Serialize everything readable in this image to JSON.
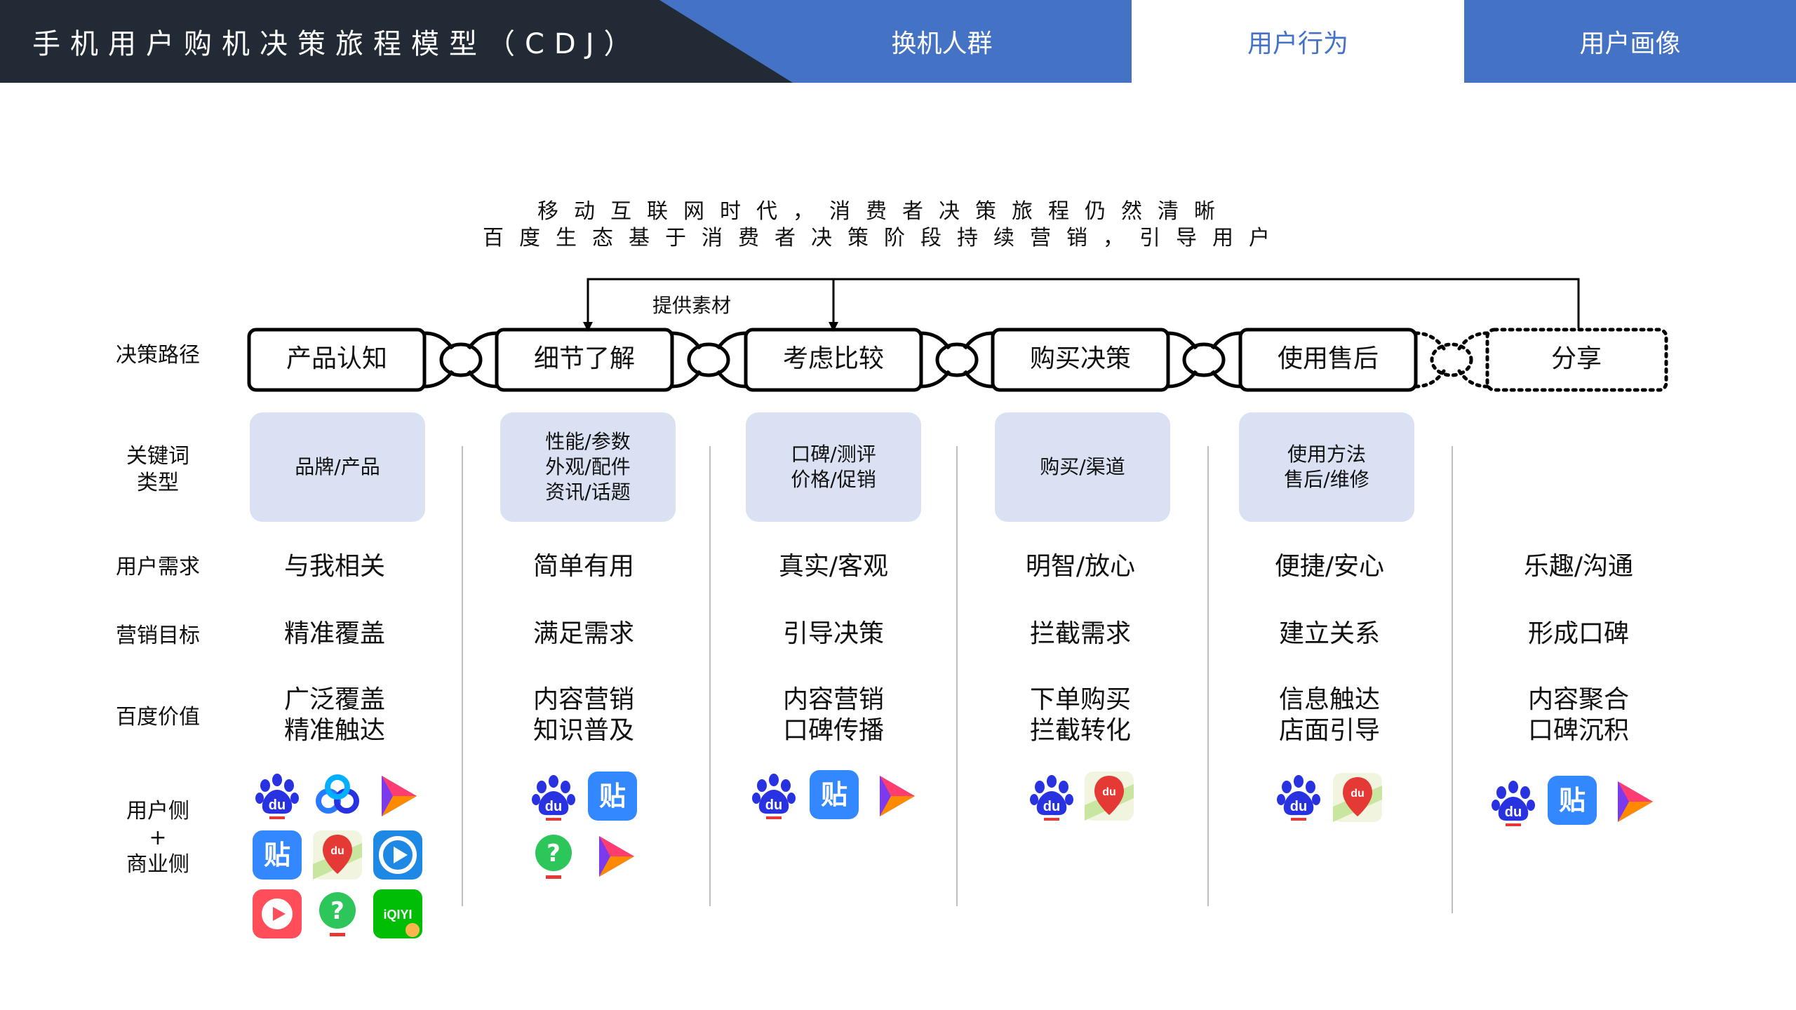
{
  "header": {
    "title": "手机用户购机决策旅程模型（CDJ）",
    "tabs": [
      {
        "label": "换机人群",
        "active": false
      },
      {
        "label": "用户行为",
        "active": true
      },
      {
        "label": "用户画像",
        "active": false
      }
    ]
  },
  "subtitle": {
    "line1": "移动互联网时代，消费者决策旅程仍然清晰",
    "line2": "百度生态基于消费者决策阶段持续营销，引导用户"
  },
  "diagram": {
    "feedback_label": "提供素材",
    "stages": [
      "产品认知",
      "细节了解",
      "考虑比较",
      "购买决策",
      "使用售后",
      "分享"
    ]
  },
  "row_labels": {
    "path": "决策路径",
    "keyword_l1": "关键词",
    "keyword_l2": "类型",
    "need": "用户需求",
    "goal": "营销目标",
    "value": "百度价值",
    "side_l1": "用户侧",
    "side_l2": "+",
    "side_l3": "商业侧"
  },
  "keywords": [
    [
      "品牌/产品"
    ],
    [
      "性能/参数",
      "外观/配件",
      "资讯/话题"
    ],
    [
      "口碑/测评",
      "价格/促销"
    ],
    [
      "购买/渠道"
    ],
    [
      "使用方法",
      "售后/维修"
    ]
  ],
  "needs": [
    "与我相关",
    "简单有用",
    "真实/客观",
    "明智/放心",
    "便捷/安心",
    "乐趣/沟通"
  ],
  "goals": [
    "精准覆盖",
    "满足需求",
    "引导决策",
    "拦截需求",
    "建立关系",
    "形成口碑"
  ],
  "values": [
    [
      "广泛覆盖",
      "精准触达"
    ],
    [
      "内容营销",
      "知识普及"
    ],
    [
      "内容营销",
      "口碑传播"
    ],
    [
      "下单购买",
      "拦截转化"
    ],
    [
      "信息触达",
      "店面引导"
    ],
    [
      "内容聚合",
      "口碑沉积"
    ]
  ],
  "icons": {
    "baidu-icon": {
      "text": "du",
      "color": "#2932e1"
    },
    "tieba-icon": {
      "text": "贴",
      "color": "#3388ff"
    },
    "map-icon": {
      "text": "du",
      "color": "#e53935"
    },
    "iqiyi-icon": {
      "text": "iQIYI",
      "color": "#00be06"
    },
    "zhidao-icon": {
      "text": "?",
      "color": "#2dc65a"
    }
  },
  "colors": {
    "header_dark": "#222a35",
    "accent_blue": "#4472c4",
    "keyword_box": "#d9e1f2"
  }
}
